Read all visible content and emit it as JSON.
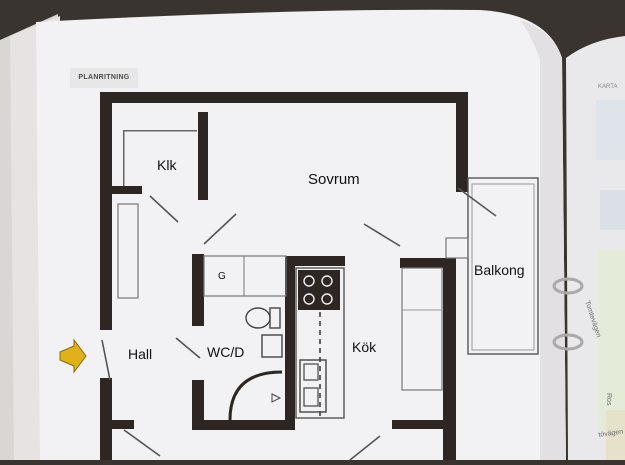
{
  "page": {
    "section_label": "PLANRITNING"
  },
  "rooms": {
    "klk": "Klk",
    "sovrum": "Sovrum",
    "balkong": "Balkong",
    "hall": "Hall",
    "wc_d": "WC/D",
    "kok": "Kök",
    "garage_marker": "G"
  },
  "map_page": {
    "heading": "KARTA",
    "street_1": "Tomtevägen",
    "street_2": "Ros",
    "street_3": "tövägen"
  },
  "colors": {
    "paper": "#f2f1f3",
    "wall": "#2d2623",
    "background": "#3a3431",
    "entry_arrow": "#e0b21a",
    "ring_binder": "#a9a9a9"
  }
}
